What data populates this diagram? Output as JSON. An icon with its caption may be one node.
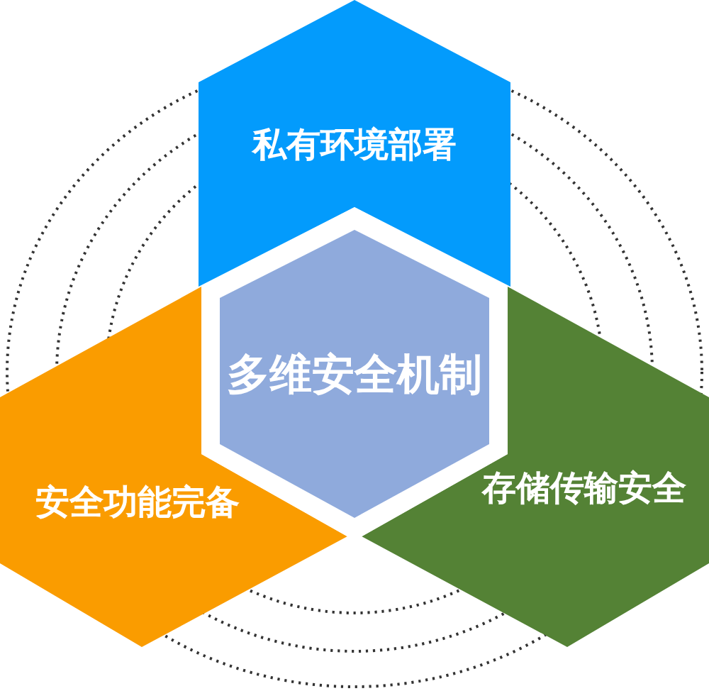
{
  "diagram": {
    "nodes": [
      {
        "text": [
          "私有环境部署"
        ]
      },
      {
        "text": [
          "多维安全机制"
        ]
      },
      {
        "text": [
          "安全功能完备"
        ]
      },
      {
        "text": [
          "存储传输安全"
        ]
      }
    ]
  }
}
